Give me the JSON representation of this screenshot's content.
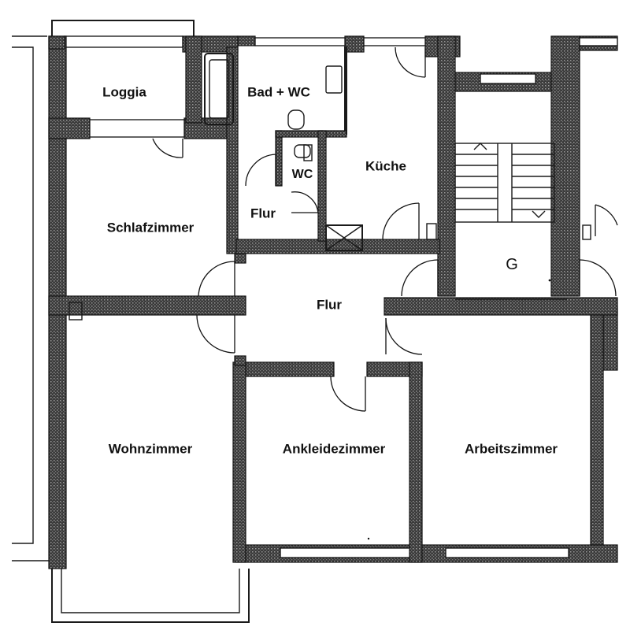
{
  "rooms": {
    "loggia": "Loggia",
    "bad_wc": "Bad + WC",
    "wc": "WC",
    "kueche": "Küche",
    "flur_small": "Flur",
    "schlafzimmer": "Schlafzimmer",
    "flur_main": "Flur",
    "wohnzimmer": "Wohnzimmer",
    "ankleidezimmer": "Ankleidezimmer",
    "arbeitszimmer": "Arbeitszimmer",
    "stairwell_mark": "G"
  }
}
